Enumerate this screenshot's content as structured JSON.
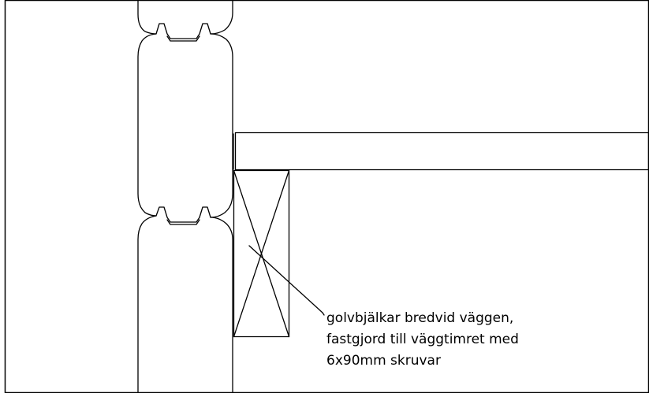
{
  "annotation": {
    "lines": [
      "golvbjälkar bredvid väggen,",
      "fastgjord till väggtimret med",
      "6x90mm skruvar"
    ]
  },
  "colors": {
    "stroke": "#000000",
    "background": "#ffffff"
  }
}
